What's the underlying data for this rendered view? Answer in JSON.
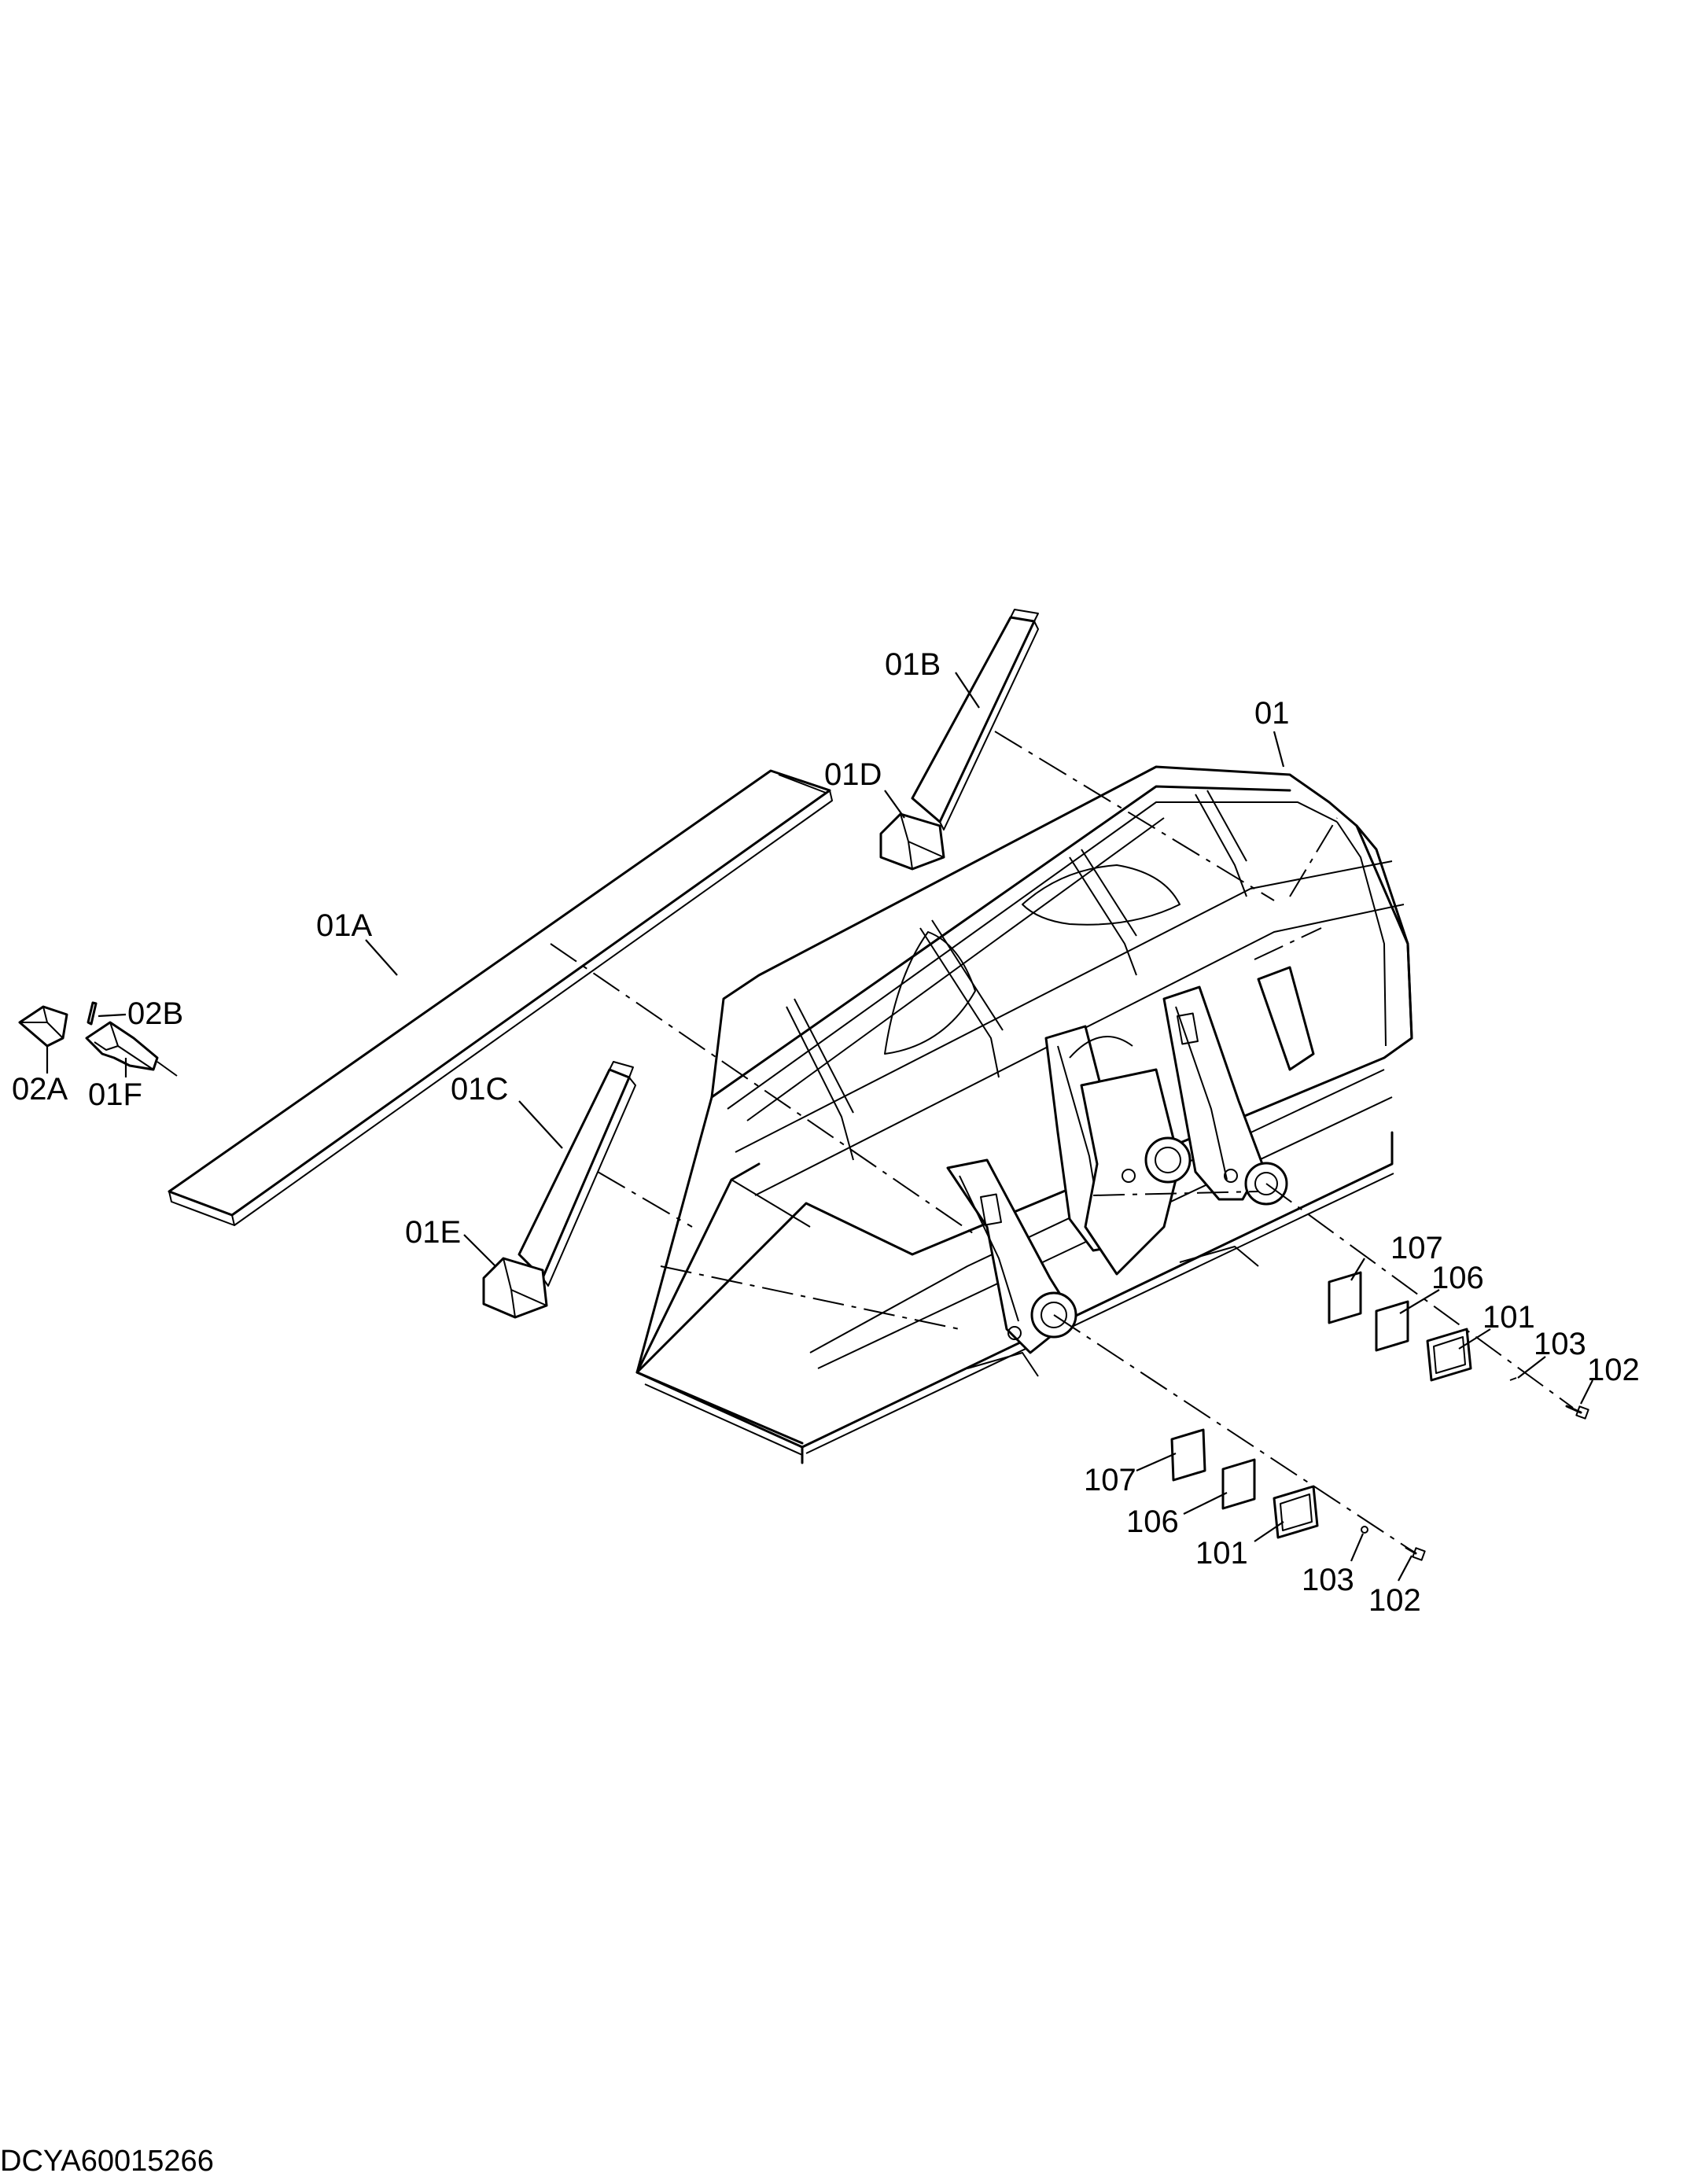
{
  "diagram": {
    "reference_code": "DCYA60015266",
    "part_labels": {
      "p01": "01",
      "p01A": "01A",
      "p01B": "01B",
      "p01C": "01C",
      "p01D": "01D",
      "p01E": "01E",
      "p01F": "01F",
      "p02A": "02A",
      "p02B": "02B",
      "r107": "107",
      "r106": "106",
      "r101": "101",
      "r103": "103",
      "r102": "102",
      "l107": "107",
      "l106": "106",
      "l101": "101",
      "l103": "103",
      "l102": "102"
    }
  }
}
